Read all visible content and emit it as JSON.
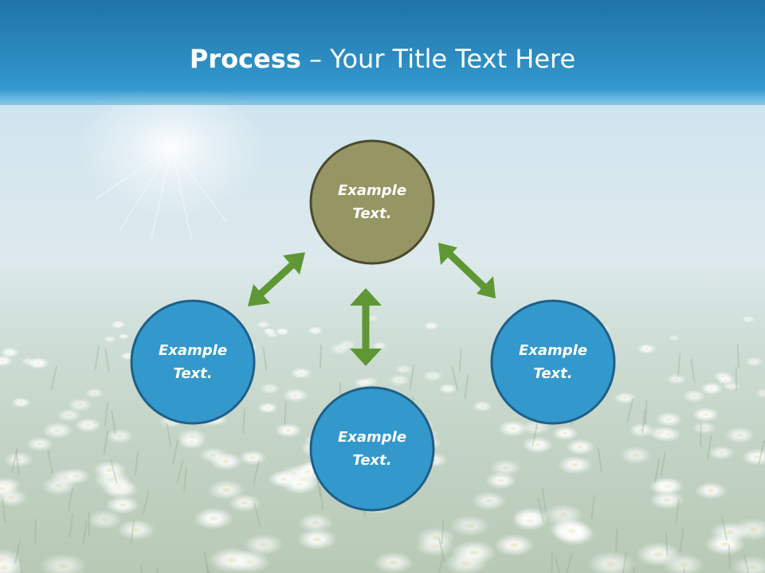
{
  "slide": {
    "title_bold": "Process",
    "title_separator": " – ",
    "title_rest": "Your Title Text Here"
  },
  "diagram": {
    "nodes": [
      {
        "id": "top",
        "line1": "Example",
        "line2": "Text.",
        "fill": "#969664",
        "stroke": "#4a4a30"
      },
      {
        "id": "left",
        "line1": "Example",
        "line2": "Text.",
        "fill": "#3399cc",
        "stroke": "#1f5f8a"
      },
      {
        "id": "right",
        "line1": "Example",
        "line2": "Text.",
        "fill": "#3399cc",
        "stroke": "#1f5f8a"
      },
      {
        "id": "bottom",
        "line1": "Example",
        "line2": "Text.",
        "fill": "#3399cc",
        "stroke": "#1f5f8a"
      }
    ],
    "arrow_color": "#5f9734",
    "header_color": "#2b8fc8"
  }
}
